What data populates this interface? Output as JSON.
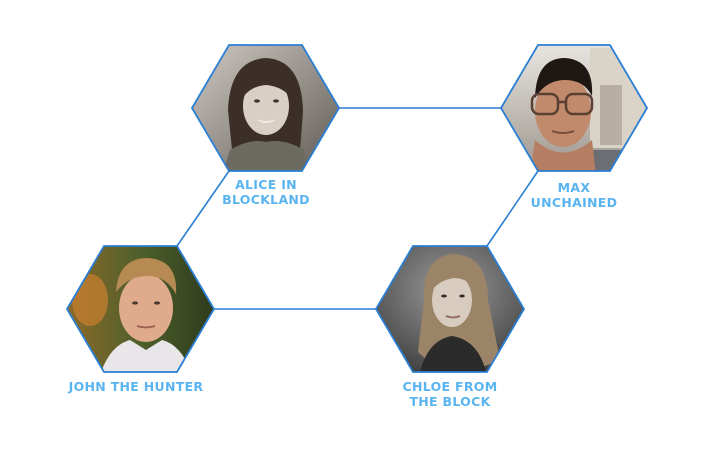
{
  "colors": {
    "accent": "#2a7fd4",
    "label": "#5ab4f0",
    "background": "#ffffff"
  },
  "members": [
    {
      "id": "alice",
      "label_lines": [
        "ALICE IN",
        "BLOCKLAND"
      ],
      "photo": "grayscale portrait of smiling young woman"
    },
    {
      "id": "max",
      "label_lines": [
        "MAX",
        "UNCHAINED"
      ],
      "photo": "selfie of young man with glasses in front of arch"
    },
    {
      "id": "john",
      "label_lines": [
        "JOHN THE HUNTER"
      ],
      "photo": "portrait of young man with light hair outdoors"
    },
    {
      "id": "chloe",
      "label_lines": [
        "CHLOE FROM",
        "THE BLOCK"
      ],
      "photo": "black and white portrait of young woman with long wavy hair"
    }
  ],
  "connections": [
    [
      "alice",
      "max"
    ],
    [
      "alice",
      "john"
    ],
    [
      "john",
      "chloe"
    ],
    [
      "chloe",
      "max"
    ]
  ]
}
